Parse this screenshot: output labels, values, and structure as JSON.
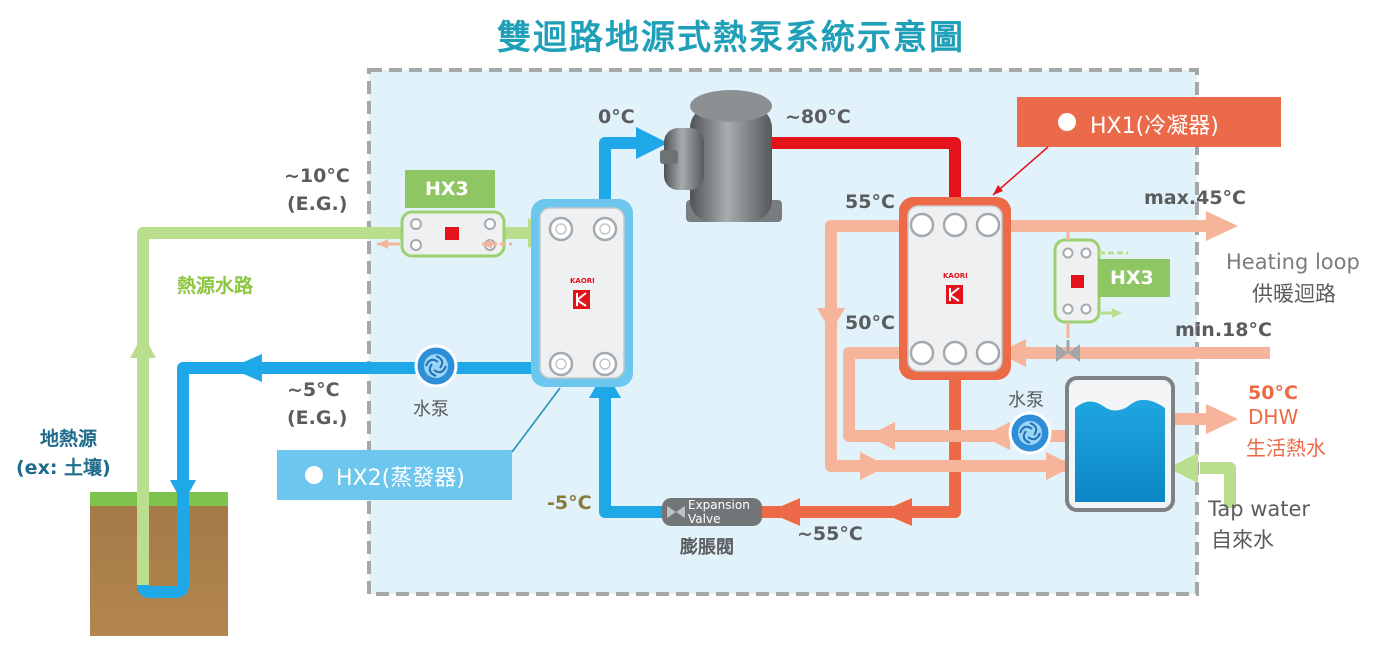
{
  "title": "雙迴路地源式熱泵系統示意圖",
  "temps": {
    "source_in": "~10°C",
    "source_in_note": "(E.G.)",
    "source_out": "~5°C",
    "source_out_note": "(E.G.)",
    "comp_in": "0°C",
    "comp_out": "~80°C",
    "hx1_in": "55°C",
    "hx1_out": "50°C",
    "heating_max": "max.45°C",
    "heating_min": "min.18°C",
    "after_valve": "~55°C",
    "evap_in": "-5°C",
    "dhw_temp": "50°C"
  },
  "labels": {
    "source_loop": "熱源水路",
    "ground_source": "地熱源",
    "ground_source_note": "(ex: 土壤)",
    "pump_left": "水泵",
    "pump_right": "水泵",
    "hx3_left": "HX3",
    "hx3_right": "HX3",
    "hx1": "HX1(冷凝器)",
    "hx2": "HX2(蒸發器)",
    "valve_line1": "Expansion",
    "valve_line2": "Valve",
    "valve_cn": "膨脹閥",
    "heating_loop": "Heating loop",
    "heating_loop_cn": "供暖迴路",
    "dhw": "DHW",
    "dhw_cn": "生活熱水",
    "tap_water": "Tap water",
    "tap_water_cn": "自來水",
    "brand": "KAORI"
  },
  "colors": {
    "title": "#1fa0b8",
    "green": "#b9df8e",
    "blue": "#1ea8e8",
    "red": "#e3121b",
    "orange": "#ec6a47",
    "peach": "#f6b49a",
    "hx3_badge": "#8ec664",
    "hx1_badge": "#ea6a4a",
    "hx2_badge": "#6dc6ee"
  }
}
